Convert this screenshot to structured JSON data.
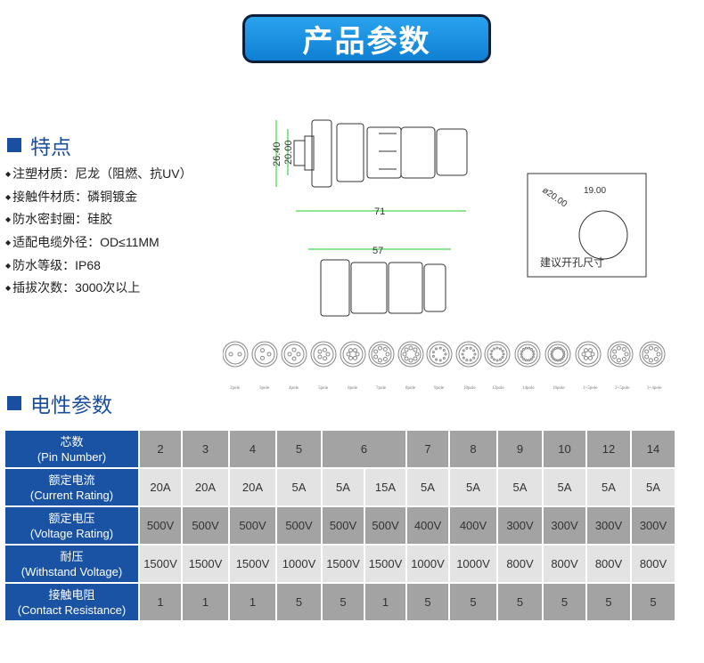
{
  "banner": {
    "title": "产品参数"
  },
  "features": {
    "title": "特点",
    "items": [
      "注塑材质：尼龙（阻燃、抗UV）",
      "接触件材质：磷铜镀金",
      "防水密封圈：硅胶",
      "适配电缆外径：OD≤11MM",
      "防水等级：IP68",
      "插拔次数：3000次以上"
    ]
  },
  "drawing": {
    "dim_height_outer": "26.40",
    "dim_height_inner": "20.00",
    "dim_length": "71",
    "dim_length_plug": "57",
    "hole_diameter": "ø20.00",
    "hole_flat": "19.00",
    "hole_caption": "建议开孔尺寸"
  },
  "poles": [
    "2pole",
    "3pole",
    "4pole",
    "5pole",
    "6pole",
    "7pole",
    "8pole",
    "9pole",
    "10pole",
    "12pole",
    "14pole",
    "16pole",
    "1+5pole",
    "2+5pole",
    "3+4pole"
  ],
  "electrical": {
    "title": "电性参数",
    "rows": [
      {
        "cn": "芯数",
        "en": "(Pin Number)",
        "values": [
          "2",
          "3",
          "4",
          "5",
          "6",
          "7",
          "8",
          "9",
          "10",
          "12",
          "14"
        ]
      },
      {
        "cn": "额定电流",
        "en": "(Current Rating)",
        "values": [
          "20A",
          "20A",
          "20A",
          "5A",
          "5A",
          "15A",
          "5A",
          "5A",
          "5A",
          "5A",
          "5A",
          "5A"
        ]
      },
      {
        "cn": "额定电压",
        "en": "(Voltage Rating)",
        "values": [
          "500V",
          "500V",
          "500V",
          "500V",
          "500V",
          "500V",
          "400V",
          "400V",
          "300V",
          "300V",
          "300V",
          "300V"
        ]
      },
      {
        "cn": "耐压",
        "en": "(Withstand Voltage)",
        "values": [
          "1500V",
          "1500V",
          "1500V",
          "1000V",
          "1500V",
          "1500V",
          "1000V",
          "1000V",
          "800V",
          "800V",
          "800V",
          "800V"
        ]
      },
      {
        "cn": "接触电阻",
        "en": "(Contact Resistance)",
        "values": [
          "1",
          "1",
          "1",
          "5",
          "5",
          "1",
          "5",
          "5",
          "5",
          "5",
          "5",
          "5"
        ]
      }
    ]
  }
}
